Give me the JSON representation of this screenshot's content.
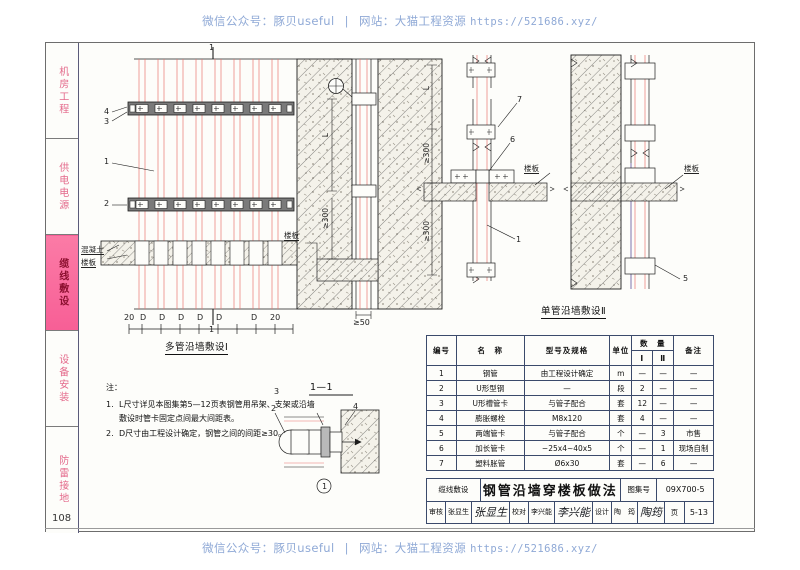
{
  "watermark": {
    "top": "微信公众号：豚贝useful",
    "separator": "|",
    "site_label": "网站：大猫工程资源",
    "url": "https://521686.xyz/"
  },
  "sidebar": {
    "items": [
      {
        "label": "机房工程",
        "active": false
      },
      {
        "label": "供电电源",
        "active": false
      },
      {
        "label": "缆线敷设",
        "active": true
      },
      {
        "label": "设备安装",
        "active": false
      },
      {
        "label": "防雷接地",
        "active": false
      }
    ],
    "accent_active": "#f75f96",
    "accent_text": "#e46a8b"
  },
  "drawings": {
    "left": {
      "caption": "多管沿墙敷设Ⅰ",
      "section_mark_top": "1",
      "section_mark_bottom": "1",
      "callouts": [
        "4",
        "3",
        "1",
        "2"
      ],
      "material_labels": [
        "混凝土",
        "楼板"
      ],
      "dimension_chain": [
        "20",
        "D",
        "D",
        "D",
        "D",
        "D",
        "D",
        "20"
      ]
    },
    "middle": {
      "detail_ref": "1",
      "dim_L": "L",
      "dim_300": "≥300",
      "dim_50": "≥50",
      "slab_label": "楼板"
    },
    "right": {
      "caption": "单管沿墙敷设Ⅱ",
      "dim_L": "L",
      "dim_300_upper": "≥300",
      "dim_300_lower": "≥300",
      "callouts": [
        "7",
        "6",
        "1",
        "5"
      ],
      "slab_label_a": "楼板",
      "slab_label_b": "楼板"
    },
    "detail": {
      "title": "1—1",
      "callouts": [
        "2",
        "4",
        "3"
      ],
      "circle_mark": "1"
    }
  },
  "notes": {
    "title": "注：",
    "items": [
      {
        "no": "1.",
        "text": "L尺寸详见本图集第5—12页表钢管用吊架、支架或沿墙敷设时管卡固定点间最大间距表。"
      },
      {
        "no": "2.",
        "text": "D尺寸由工程设计确定，钢管之间的间距≥30。"
      }
    ]
  },
  "material_table": {
    "headers": {
      "no": "编号",
      "name": "名　称",
      "spec": "型号及规格",
      "unit": "单位",
      "qty_group": "数　量",
      "qty_1": "Ⅰ",
      "qty_2": "Ⅱ",
      "remark": "备注"
    },
    "rows": [
      {
        "no": "1",
        "name": "钢管",
        "spec": "由工程设计确定",
        "unit": "m",
        "q1": "—",
        "q2": "—",
        "remark": "—"
      },
      {
        "no": "2",
        "name": "U形型钢",
        "spec": "—",
        "unit": "段",
        "q1": "2",
        "q2": "—",
        "remark": "—"
      },
      {
        "no": "3",
        "name": "U形槽管卡",
        "spec": "与管子配合",
        "unit": "套",
        "q1": "12",
        "q2": "—",
        "remark": "—"
      },
      {
        "no": "4",
        "name": "膨胀螺栓",
        "spec": "M8x120",
        "unit": "套",
        "q1": "4",
        "q2": "—",
        "remark": "—"
      },
      {
        "no": "5",
        "name": "两端管卡",
        "spec": "与管子配合",
        "unit": "个",
        "q1": "—",
        "q2": "3",
        "remark": "市售"
      },
      {
        "no": "6",
        "name": "加长管卡",
        "spec": "−25x4~40x5",
        "unit": "个",
        "q1": "—",
        "q2": "1",
        "remark": "现场自制"
      },
      {
        "no": "7",
        "name": "塑料胀管",
        "spec": "Ø6x30",
        "unit": "套",
        "q1": "—",
        "q2": "6",
        "remark": "—"
      }
    ]
  },
  "title_block": {
    "chapter": "缆线敷设",
    "title": "钢管沿墙穿楼板做法",
    "atlas_key": "图集号",
    "atlas_value": "09X700-5",
    "page_key": "页",
    "page_value": "5-13",
    "review_label": "审核",
    "review_name": "张显生",
    "review_sign": "张显生",
    "check_label": "校对",
    "check_name": "李兴能",
    "check_sign": "李兴能",
    "design_label": "设计",
    "design_name": "陶　筠",
    "design_sign": "陶筠"
  },
  "page_number": "108"
}
